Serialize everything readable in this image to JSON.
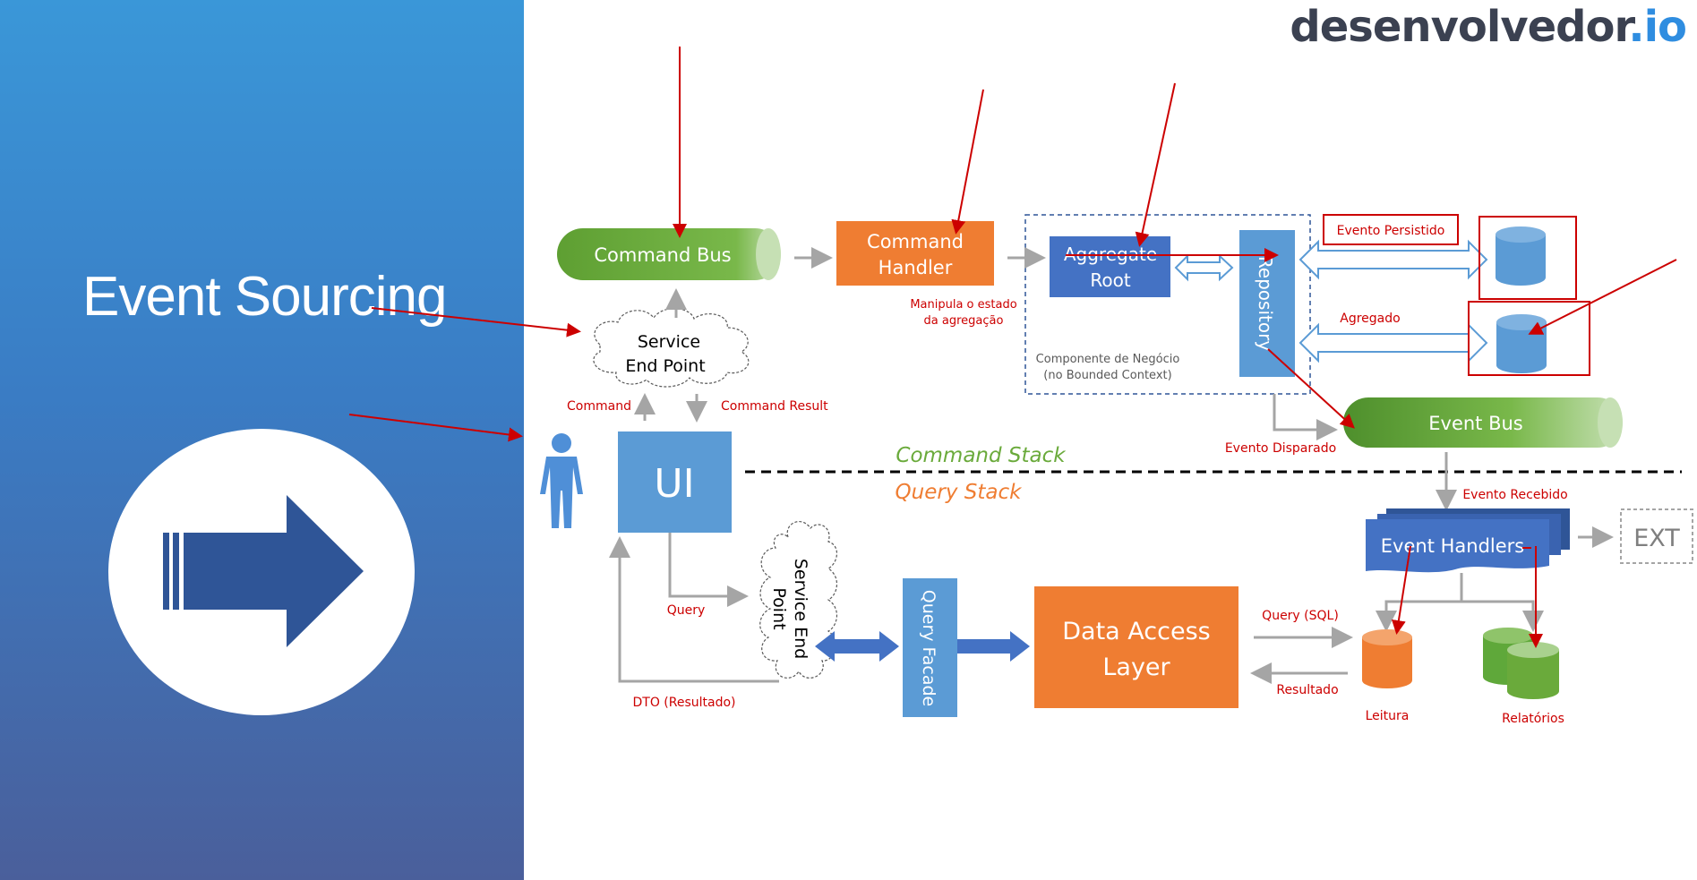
{
  "brand": {
    "name": "desenvolvedor",
    "tld": ".io"
  },
  "title": "Event Sourcing",
  "nodes": {
    "command_bus": "Command Bus",
    "command_handler_1": "Command",
    "command_handler_2": "Handler",
    "aggregate_root_1": "Aggregate",
    "aggregate_root_2": "Root",
    "repository": "Repository",
    "service_end_point_1": "Service",
    "service_end_point_2": "End Point",
    "ui": "UI",
    "event_bus": "Event Bus",
    "event_handlers": "Event Handlers",
    "ext": "EXT",
    "service_end_point_q1": "Service End",
    "service_end_point_q2": "Point",
    "query_facade": "Query Facade",
    "data_access_layer_1": "Data Access",
    "data_access_layer_2": "Layer"
  },
  "labels": {
    "manipula_1": "Manipula o estado",
    "manipula_2": "da agregação",
    "componente_1": "Componente de Negócio",
    "componente_2": "(no Bounded Context)",
    "evento_persistido": "Evento Persistido",
    "agregado": "Agregado",
    "command": "Command",
    "command_result": "Command Result",
    "command_stack": "Command Stack",
    "query_stack": "Query Stack",
    "evento_disparado": "Evento Disparado",
    "evento_recebido": "Evento Recebido",
    "query": "Query",
    "dto": "DTO (Resultado)",
    "query_sql": "Query (SQL)",
    "resultado": "Resultado",
    "leitura": "Leitura",
    "relatorios": "Relatórios"
  },
  "colors": {
    "green": "#6aaa3b",
    "orange": "#ef7d32",
    "blue": "#4472c4",
    "light_blue": "#5b9bd5",
    "red": "#cc0000",
    "gray": "#a5a5a5"
  }
}
